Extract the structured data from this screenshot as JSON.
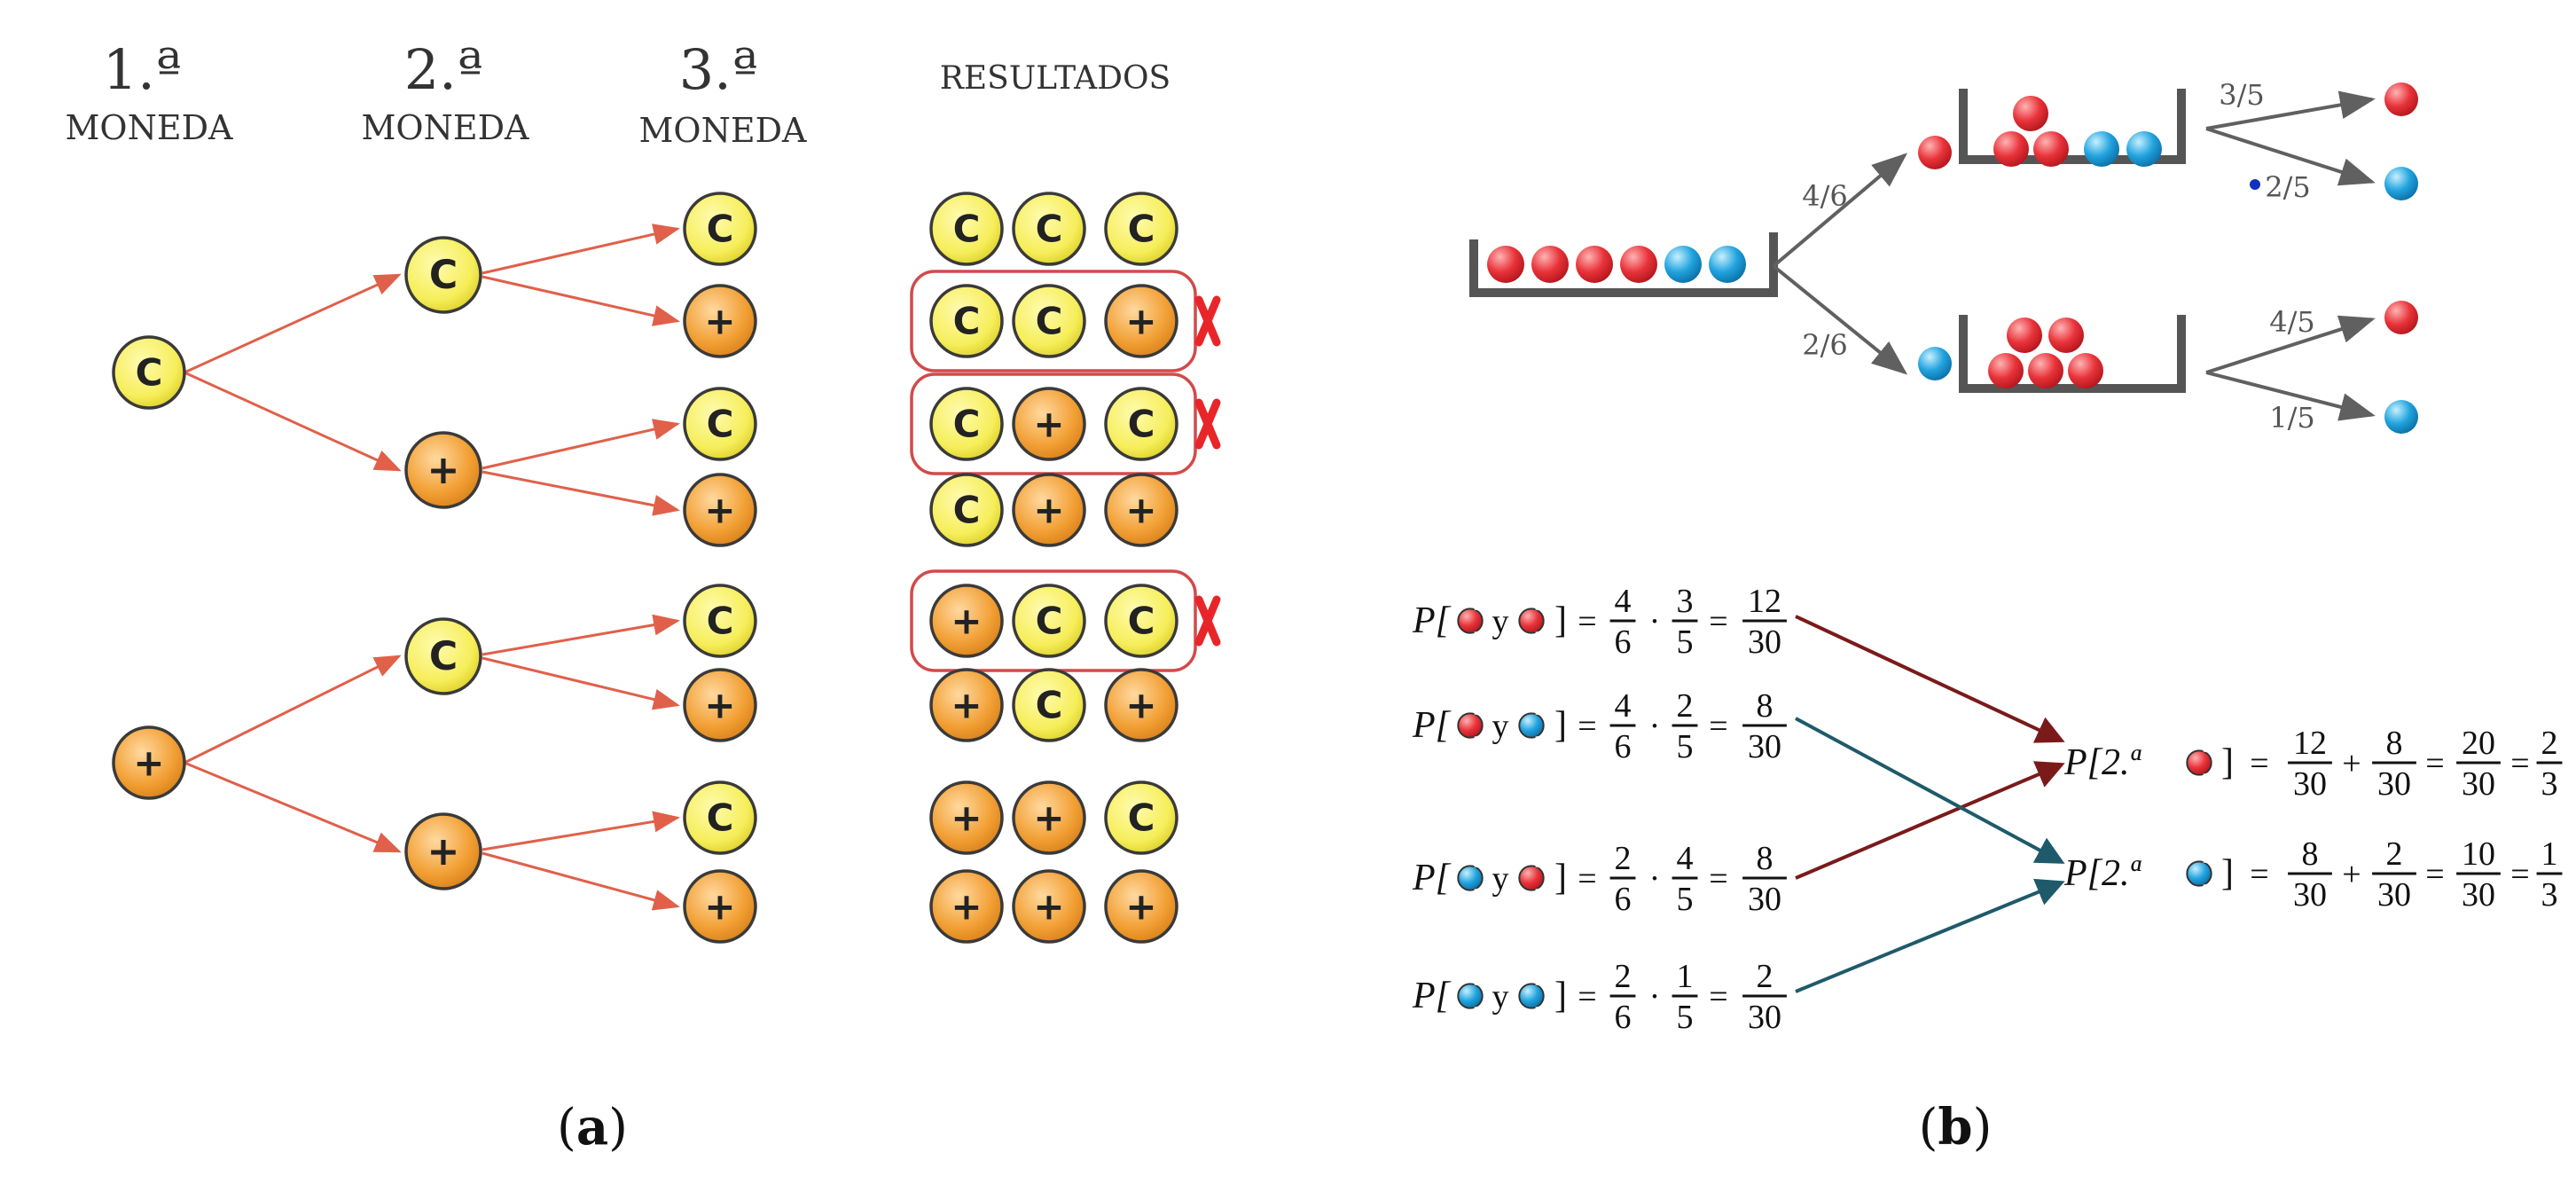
{
  "panel_a": {
    "headers": [
      {
        "ord": "1.ª",
        "word": "MONEDA"
      },
      {
        "ord": "2.ª",
        "word": "MONEDA"
      },
      {
        "ord": "3.ª",
        "word": "MONEDA"
      }
    ],
    "results_header": "RESULTADOS",
    "coin1": [
      "C",
      "+"
    ],
    "coin2": [
      "C",
      "+",
      "C",
      "+"
    ],
    "coin3": [
      "C",
      "+",
      "C",
      "+",
      "C",
      "+",
      "C",
      "+"
    ],
    "results": [
      {
        "coins": [
          "C",
          "C",
          "C"
        ],
        "marked": false
      },
      {
        "coins": [
          "C",
          "C",
          "+"
        ],
        "marked": true
      },
      {
        "coins": [
          "C",
          "+",
          "C"
        ],
        "marked": true
      },
      {
        "coins": [
          "C",
          "+",
          "+"
        ],
        "marked": false
      },
      {
        "coins": [
          "+",
          "C",
          "C"
        ],
        "marked": true
      },
      {
        "coins": [
          "+",
          "C",
          "+"
        ],
        "marked": false
      },
      {
        "coins": [
          "+",
          "+",
          "C"
        ],
        "marked": false
      },
      {
        "coins": [
          "+",
          "+",
          "+"
        ],
        "marked": false
      }
    ],
    "label": "(a)",
    "label_letter": "a"
  },
  "panel_b": {
    "first_draw": {
      "red": "4/6",
      "blue": "2/6"
    },
    "after_red": {
      "red": "3/5",
      "blue": "2/5"
    },
    "after_blue": {
      "red": "4/5",
      "blue": "1/5"
    },
    "products": [
      {
        "pre": "P[",
        "mid": "y",
        "b1": "red",
        "b2": "red",
        "f1": [
          "4",
          "6"
        ],
        "f2": [
          "3",
          "5"
        ],
        "r": [
          "12",
          "30"
        ]
      },
      {
        "pre": "P[",
        "mid": "y",
        "b1": "red",
        "b2": "blue",
        "f1": [
          "4",
          "6"
        ],
        "f2": [
          "2",
          "5"
        ],
        "r": [
          "8",
          "30"
        ]
      },
      {
        "pre": "P[",
        "mid": "y",
        "b1": "blue",
        "b2": "red",
        "f1": [
          "2",
          "6"
        ],
        "f2": [
          "4",
          "5"
        ],
        "r": [
          "8",
          "30"
        ]
      },
      {
        "pre": "P[",
        "mid": "y",
        "b1": "blue",
        "b2": "blue",
        "f1": [
          "2",
          "6"
        ],
        "f2": [
          "1",
          "5"
        ],
        "r": [
          "2",
          "30"
        ]
      }
    ],
    "sums": [
      {
        "pre": "P[2.ª",
        "ball": "red",
        "a": [
          "12",
          "30"
        ],
        "b": [
          "8",
          "30"
        ],
        "s": [
          "20",
          "30"
        ],
        "f": [
          "2",
          "3"
        ]
      },
      {
        "pre": "P[2.ª",
        "ball": "blue",
        "a": [
          "8",
          "30"
        ],
        "b": [
          "2",
          "30"
        ],
        "s": [
          "10",
          "30"
        ],
        "f": [
          "1",
          "3"
        ]
      }
    ],
    "label": "(b)",
    "label_letter": "b"
  },
  "colors": {
    "coin_yellow": "#f6ee5a",
    "coin_orange": "#f2a035",
    "arrow_red": "#e0604a",
    "mark_red": "#e8262a",
    "ball_red": "#e8333a",
    "ball_blue": "#21a3de",
    "arrow_dark_red": "#7a1a1a",
    "arrow_teal": "#1e5a6a",
    "tree_gray": "#606060"
  }
}
